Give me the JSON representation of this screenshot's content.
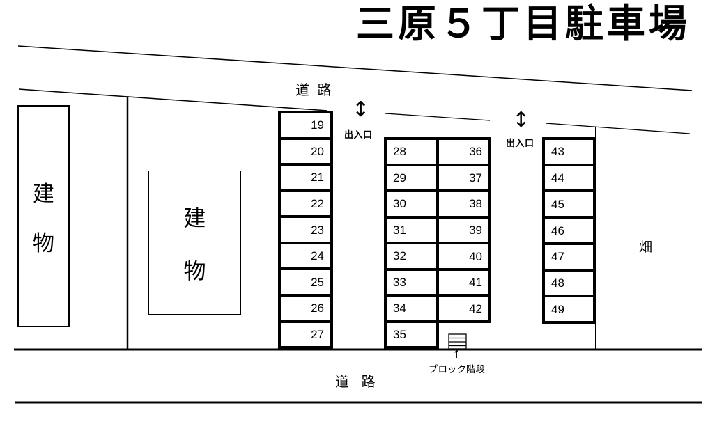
{
  "title": "三原５丁目駐車場",
  "roads": {
    "top": "道 路",
    "bottom": "道 路"
  },
  "field_label": "畑",
  "entrances": [
    {
      "label": "出入口"
    },
    {
      "label": "出入口"
    }
  ],
  "stairs_label": "ブロック階段",
  "icons": {
    "entrance_arrow": "↕",
    "stairs_arrow": "↑"
  },
  "buildings": [
    {
      "chars": [
        "建",
        "物"
      ]
    },
    {
      "chars": [
        "建",
        "物"
      ]
    }
  ],
  "parking": {
    "columns": [
      {
        "name": "19-27",
        "align": "right",
        "spaces": [
          "19",
          "20",
          "21",
          "22",
          "23",
          "24",
          "25",
          "26",
          "27"
        ]
      },
      {
        "name": "28-35",
        "align": "left",
        "spaces": [
          "28",
          "29",
          "30",
          "31",
          "32",
          "33",
          "34",
          "35"
        ]
      },
      {
        "name": "36-42",
        "align": "right",
        "spaces": [
          "36",
          "37",
          "38",
          "39",
          "40",
          "41",
          "42"
        ]
      },
      {
        "name": "43-49",
        "align": "left",
        "spaces": [
          "43",
          "44",
          "45",
          "46",
          "47",
          "48",
          "49"
        ]
      }
    ]
  },
  "colors": {
    "ink": "#000000",
    "background": "#ffffff"
  }
}
